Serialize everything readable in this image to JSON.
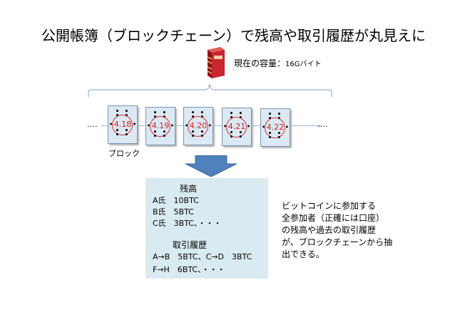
{
  "title": "公開帳簿（ブロックチェーン）で残高や取引履歴が丸見えに",
  "ledger": {
    "icon": "ledger-book-icon",
    "capacity_label": "現在の容量：",
    "capacity_value": "16Gバイト"
  },
  "chain": {
    "ellipsis_left": "….",
    "ellipsis_right": "….",
    "blocks": [
      {
        "label": "4.18"
      },
      {
        "label": "4.19"
      },
      {
        "label": "4.20"
      },
      {
        "label": "4.21"
      },
      {
        "label": "4.22"
      }
    ],
    "block_dots": "• • • •",
    "block_caption": "ブロック"
  },
  "colors": {
    "block_fill": "#dbe9f4",
    "circle": "#e03030",
    "arrow": "#4f81bd",
    "infobox_fill": "#d9eaf0"
  },
  "info": {
    "balance_heading": "残高",
    "balances": [
      "A氏　10BTC",
      "B氏　5BTC",
      "C氏　3BTC、・・・"
    ],
    "history_heading": "取引履歴",
    "transactions": [
      "A→B　5BTC、C→D　3BTC",
      "F→H　6BTC、・・・"
    ]
  },
  "note": {
    "lines": [
      "ビットコインに参加する",
      "全参加者（正確には口座）",
      "の残高や過去の取引履歴",
      "が、ブロックチェーンから抽",
      "出できる。"
    ]
  }
}
